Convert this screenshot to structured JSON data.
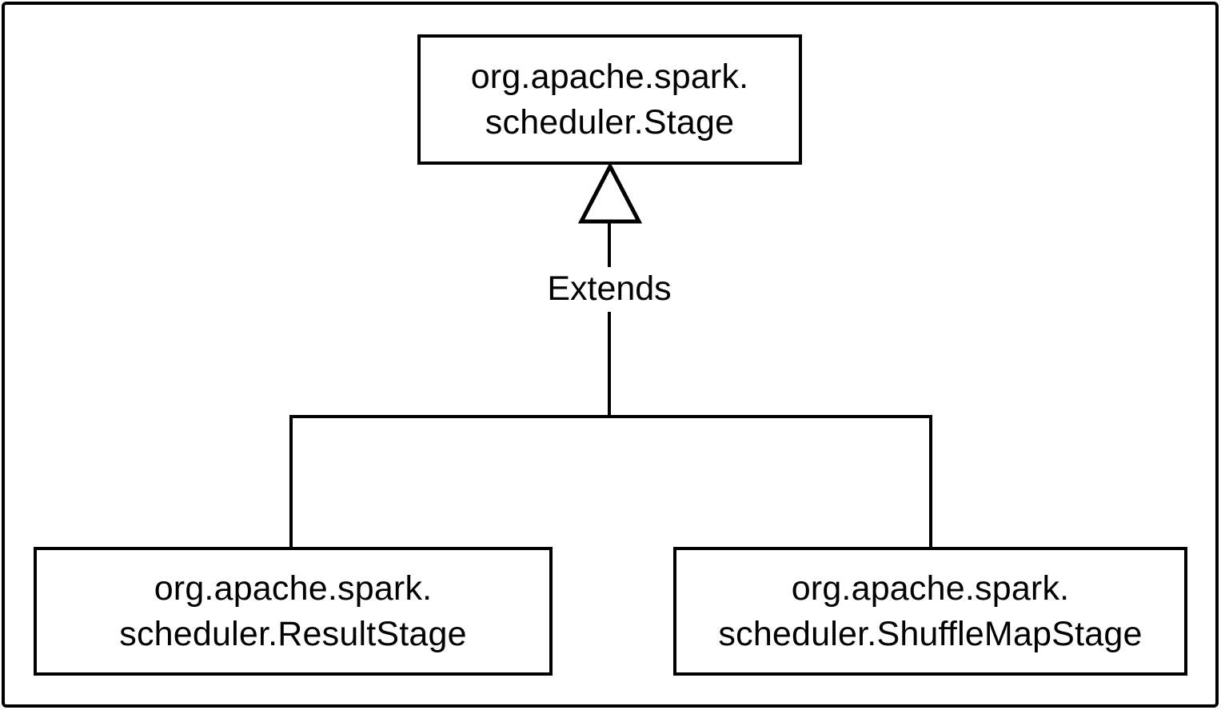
{
  "diagram": {
    "type": "uml-class-inheritance",
    "parent": {
      "line1": "org.apache.spark.",
      "line2": "scheduler.Stage"
    },
    "relationship_label": "Extends",
    "children": [
      {
        "line1": "org.apache.spark.",
        "line2": "scheduler.ResultStage"
      },
      {
        "line1": "org.apache.spark.",
        "line2": "scheduler.ShuffleMapStage"
      }
    ]
  },
  "icons": {
    "inheritance_arrow": "hollow-triangle-up"
  },
  "colors": {
    "stroke": "#000000",
    "text": "#000000",
    "background": "#ffffff"
  }
}
